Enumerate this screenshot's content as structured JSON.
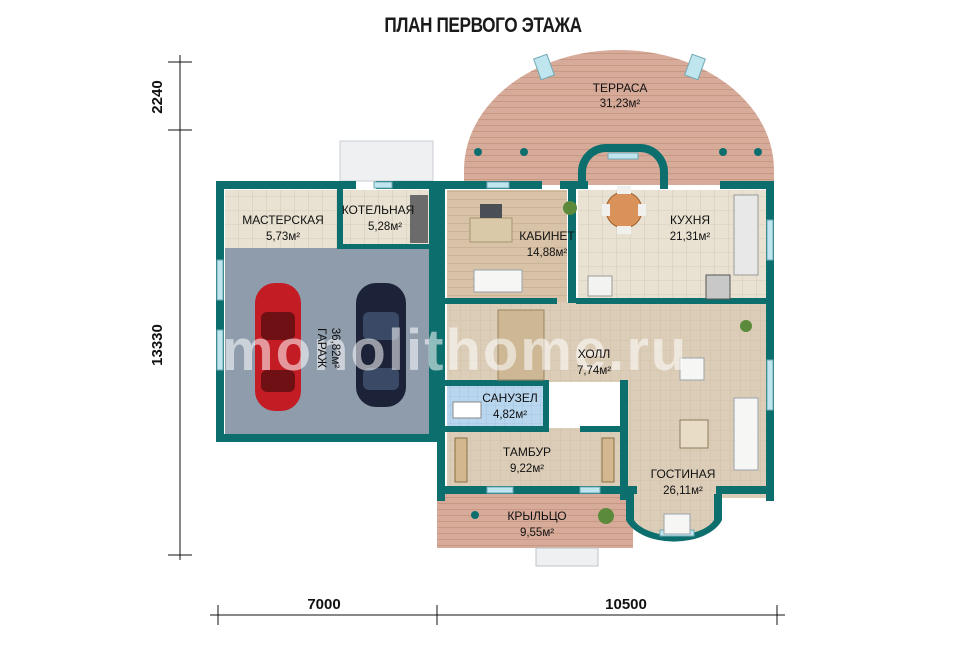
{
  "title": "ПЛАН ПЕРВОГО ЭТАЖА",
  "rooms": {
    "terrace": {
      "name": "ТЕРРАСА",
      "area": "31,23м²"
    },
    "workshop": {
      "name": "МАСТЕРСКАЯ",
      "area": "5,73м²"
    },
    "boiler": {
      "name": "КОТЕЛЬНАЯ",
      "area": "5,28м²"
    },
    "study": {
      "name": "КАБИНЕТ",
      "area": "14,88м²"
    },
    "kitchen": {
      "name": "КУХНЯ",
      "area": "21,31м²"
    },
    "garage": {
      "name": "ГАРАЖ",
      "area": "36,82м²"
    },
    "hall": {
      "name": "ХОЛЛ",
      "area": "7,74м²"
    },
    "bathroom": {
      "name": "САНУЗЕЛ",
      "area": "4,82м²"
    },
    "vestibule": {
      "name": "ТАМБУР",
      "area": "9,22м²"
    },
    "living": {
      "name": "ГОСТИНАЯ",
      "area": "26,11м²"
    },
    "porch": {
      "name": "КРЫЛЬЦО",
      "area": "9,55м²"
    }
  },
  "dimensions": {
    "left_top": "2240",
    "left_main": "13330",
    "bottom_left": "7000",
    "bottom_right": "10500"
  },
  "watermark": "monolithome.ru",
  "colors": {
    "wall": "#0d6e6e",
    "window": "#bfe6ee",
    "terrace_deck": "#d7ab9a",
    "garage_floor": "#8e9cab",
    "tile_floor": "#e9e2d2",
    "stone_floor": "#dccdb8",
    "wood_floor": "#d8c3a8"
  }
}
